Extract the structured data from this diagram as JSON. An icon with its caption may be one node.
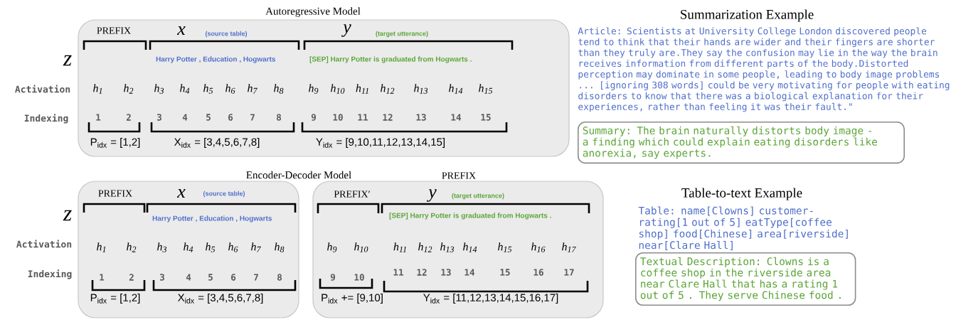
{
  "diagram": {
    "nodes": [
      {
        "text": [
          "Summary: The brain naturally distorts body image - a finding which could explain eating disorders like anorexia, say experts."
        ]
      },
      {
        "text": [
          "Textual Description: Clowns is a coffee shop in the riverside area near Clare Hall that has a rating 1 out of 5 . They serve Chinese food ."
        ]
      }
    ],
    "labels": [
      "Autoregressive Model",
      "PREFIX",
      "x",
      "(source table)",
      "y",
      "(target utterance)",
      "z",
      "Harry Potter , Education , Hogwarts",
      "[SEP] Harry Potter is graduated from Hogwarts .",
      "Activation",
      "h$_{1}$",
      "h$_{2}$",
      "h$_{3}$",
      "h$_{4}$",
      "h$_{5}$",
      "h$_{6}$",
      "h$_{7}$",
      "h$_{8}$",
      "h$_{9}$",
      "h$_{10}$",
      "h$_{11}$",
      "h$_{12}$",
      "h$_{13}$",
      "h$_{14}$",
      "h$_{15}$",
      "Indexing",
      "1",
      "2",
      "3",
      "4",
      "5",
      "6",
      "7",
      "8",
      "9",
      "10",
      "11",
      "12",
      "13",
      "14",
      "15",
      "P$_{idx}$ = [1,2]",
      "X$_{idx}$ = [3,4,5,6,7,8]",
      "Y$_{idx}$ = [9,10,11,12,13,14,15]",
      "Encoder-Decoder Model",
      "PREFIX",
      "PREFIX",
      "x",
      "(source table)",
      "PREFIX′",
      "y",
      "(target utterance)",
      "z",
      "Harry Potter , Education , Hogwarts",
      "[SEP] Harry Potter is graduated from Hogwarts .",
      "Activation",
      "h$_{1}$",
      "h$_{2}$",
      "h$_{3}$",
      "h$_{4}$",
      "h$_{5}$",
      "h$_{6}$",
      "h$_{7}$",
      "h$_{8}$",
      "h$_{9}$",
      "h$_{10}$",
      "h$_{11}$",
      "h$_{12}$",
      "h$_{13}$",
      "h$_{14}$",
      "h$_{15}$",
      "h$_{16}$",
      "h$_{17}$",
      "Indexing",
      "1",
      "2",
      "3",
      "4",
      "5",
      "6",
      "7",
      "8",
      "9",
      "10",
      "11",
      "12",
      "13",
      "14",
      "15",
      "16",
      "17",
      "P$_{idx}$ = [1,2]",
      "X$_{idx}$ = [3,4,5,6,7,8]",
      "P$_{idx}$ += [9,10]",
      "Y$_{idx}$ = [11,12,13,14,15,16,17]",
      "Summarization Example",
      "Article: Scientists at University College London discovered people tend to think that their hands are wider and their fingers are shorter than they truly are.They say the confusion may lie in the way the brain receives information from different parts of the body.Distorted perception may dominate in some people, leading to body image problems ... [ignoring 308 words] could be very motivating for people with eating disorders to know that there was a biological explanation for their experiences, rather than feeling it was their fault.\"",
      "Table-to-text Example",
      "Table: name[Clowns] customer-rating[1 out of 5] eatType[coffee shop] food[Chinese] area[riverside] near[Clare Hall]"
    ]
  }
}
